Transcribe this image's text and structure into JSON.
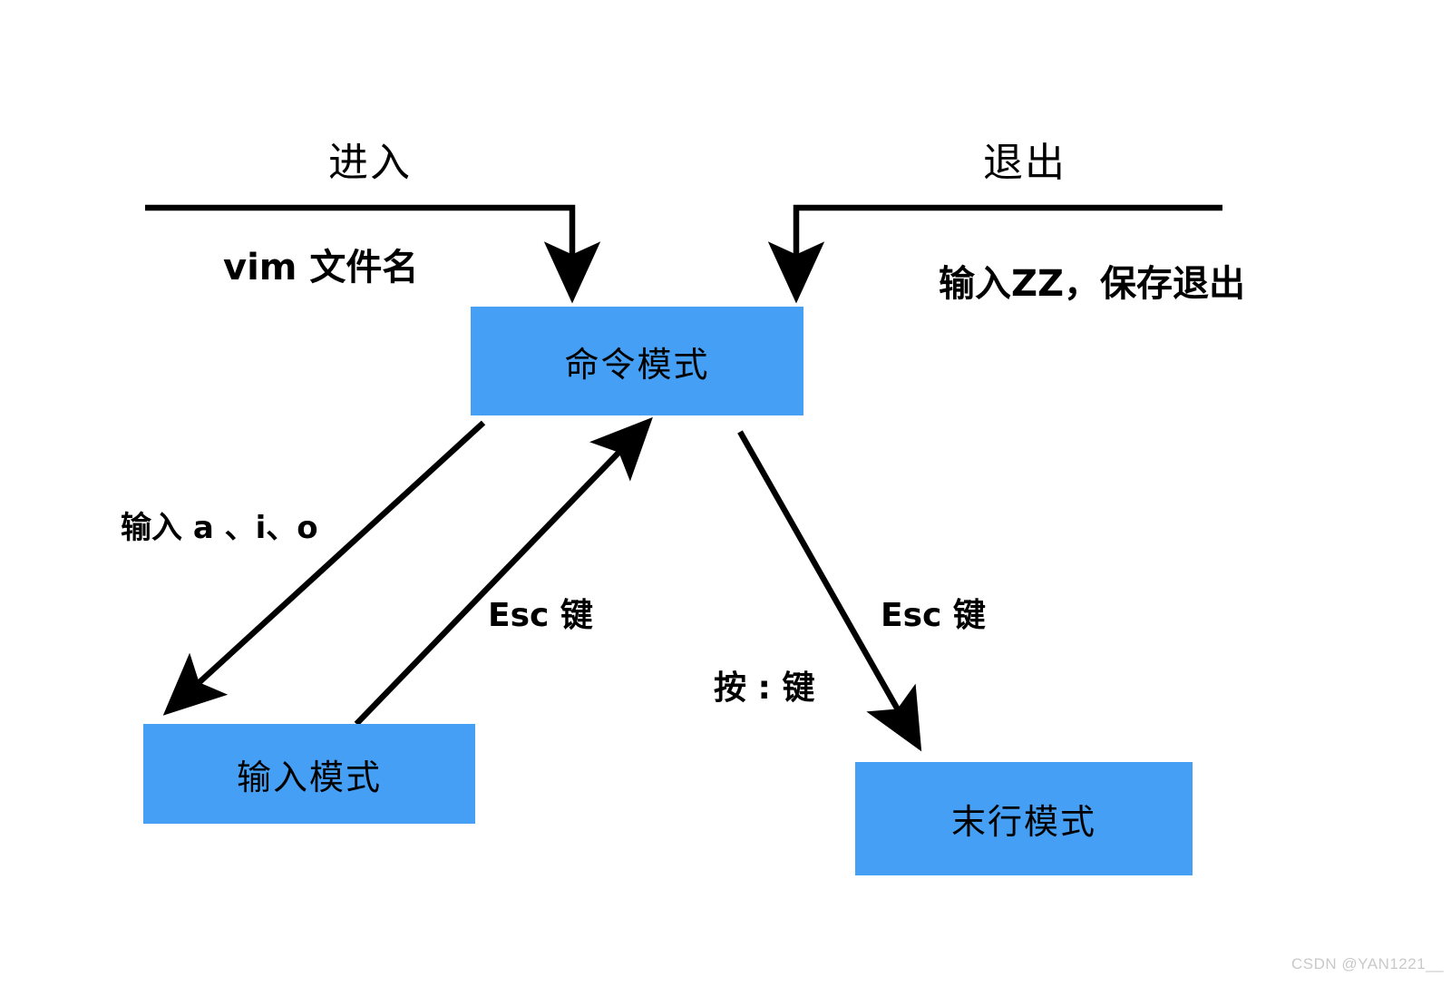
{
  "diagram": {
    "title_hidden": "",
    "headings": {
      "enter": "进入",
      "exit": "退出"
    },
    "nodes": [
      {
        "id": "command-mode",
        "label": "命令模式"
      },
      {
        "id": "insert-mode",
        "label": "输入模式"
      },
      {
        "id": "lastline-mode",
        "label": "末行模式"
      }
    ],
    "edge_labels": {
      "vim_file": "vim 文件名",
      "zz_save_exit": "输入ZZ，保存退出",
      "insert_keys": "输入 a 、i、o",
      "esc_left": "Esc 键",
      "esc_right": "Esc 键",
      "colon_key": "按 : 键"
    },
    "colors": {
      "node_fill": "#45a0f5",
      "stroke": "#000000",
      "background": "#ffffff",
      "watermark": "#c9c9c9"
    }
  },
  "watermark": {
    "text": "CSDN @YAN1221__"
  }
}
